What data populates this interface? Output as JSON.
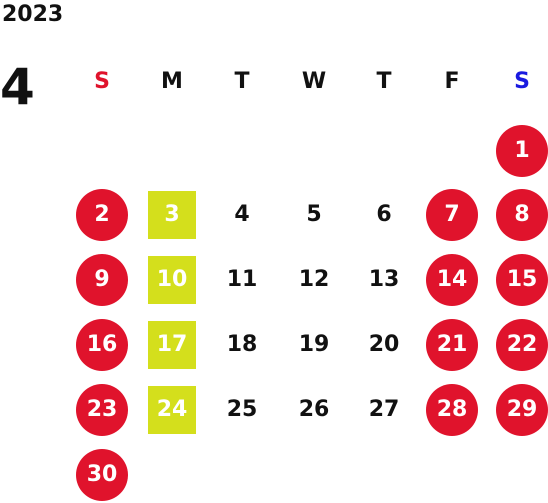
{
  "calendar": {
    "year": "2023",
    "month": "4",
    "weekdays": [
      {
        "label": "S",
        "color": "#e0132c"
      },
      {
        "label": "M",
        "color": "#111111"
      },
      {
        "label": "T",
        "color": "#111111"
      },
      {
        "label": "W",
        "color": "#111111"
      },
      {
        "label": "T",
        "color": "#111111"
      },
      {
        "label": "F",
        "color": "#111111"
      },
      {
        "label": "S",
        "color": "#1a1ae0"
      }
    ],
    "first_weekday_index": 6,
    "days": [
      {
        "day": "1",
        "type": "holiday"
      },
      {
        "day": "2",
        "type": "holiday"
      },
      {
        "day": "3",
        "type": "closed"
      },
      {
        "day": "4",
        "type": "normal"
      },
      {
        "day": "5",
        "type": "normal"
      },
      {
        "day": "6",
        "type": "normal"
      },
      {
        "day": "7",
        "type": "holiday"
      },
      {
        "day": "8",
        "type": "holiday"
      },
      {
        "day": "9",
        "type": "holiday"
      },
      {
        "day": "10",
        "type": "closed"
      },
      {
        "day": "11",
        "type": "normal"
      },
      {
        "day": "12",
        "type": "normal"
      },
      {
        "day": "13",
        "type": "normal"
      },
      {
        "day": "14",
        "type": "holiday"
      },
      {
        "day": "15",
        "type": "holiday"
      },
      {
        "day": "16",
        "type": "holiday"
      },
      {
        "day": "17",
        "type": "closed"
      },
      {
        "day": "18",
        "type": "normal"
      },
      {
        "day": "19",
        "type": "normal"
      },
      {
        "day": "20",
        "type": "normal"
      },
      {
        "day": "21",
        "type": "holiday"
      },
      {
        "day": "22",
        "type": "holiday"
      },
      {
        "day": "23",
        "type": "holiday"
      },
      {
        "day": "24",
        "type": "closed"
      },
      {
        "day": "25",
        "type": "normal"
      },
      {
        "day": "26",
        "type": "normal"
      },
      {
        "day": "27",
        "type": "normal"
      },
      {
        "day": "28",
        "type": "holiday"
      },
      {
        "day": "29",
        "type": "holiday"
      },
      {
        "day": "30",
        "type": "holiday"
      }
    ],
    "colors": {
      "holiday_bg": "#e0132c",
      "closed_bg": "#d4df1c",
      "text": "#111111"
    }
  }
}
